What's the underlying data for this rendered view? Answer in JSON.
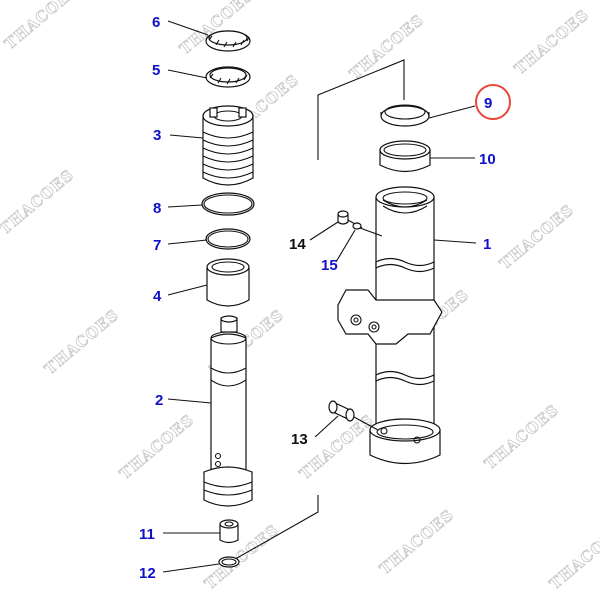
{
  "watermark": "THACOES",
  "colors": {
    "label": "#1010c8",
    "black_label": "#111111",
    "highlight_circle": "#e8463a"
  },
  "labels": [
    {
      "id": "p6",
      "text": "6"
    },
    {
      "id": "p5",
      "text": "5"
    },
    {
      "id": "p3",
      "text": "3"
    },
    {
      "id": "p8",
      "text": "8"
    },
    {
      "id": "p7",
      "text": "7"
    },
    {
      "id": "p4",
      "text": "4"
    },
    {
      "id": "p2",
      "text": "2"
    },
    {
      "id": "p11",
      "text": "11"
    },
    {
      "id": "p12",
      "text": "12"
    },
    {
      "id": "p9",
      "text": "9"
    },
    {
      "id": "p10",
      "text": "10"
    },
    {
      "id": "p1",
      "text": "1"
    },
    {
      "id": "p14",
      "text": "14"
    },
    {
      "id": "p15",
      "text": "15"
    },
    {
      "id": "p13",
      "text": "13"
    }
  ]
}
